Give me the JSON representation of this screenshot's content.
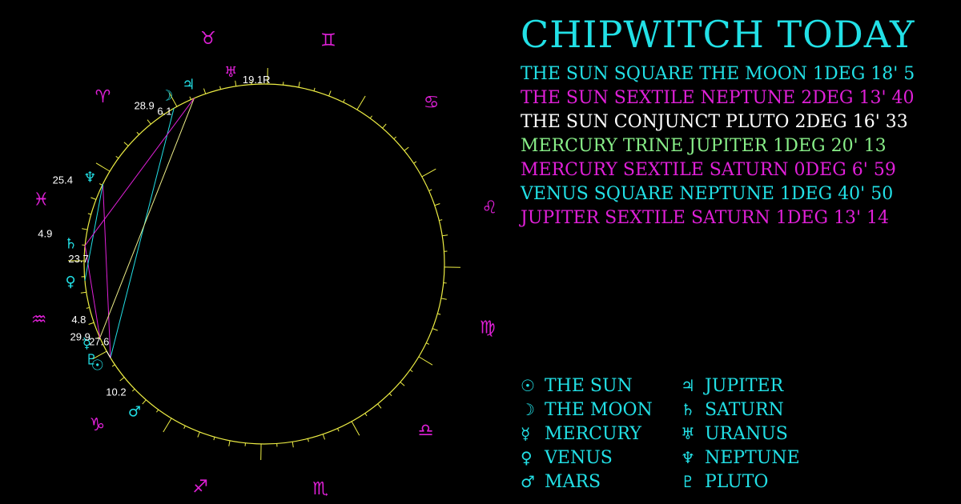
{
  "title": "CHIPWITCH TODAY",
  "colors": {
    "cyan": "#22e0e6",
    "magenta": "#e020d8",
    "white": "#ffffff",
    "green": "#88ee88",
    "circle": "#eeee44",
    "background": "#000000"
  },
  "aspects": [
    {
      "text": "THE SUN SQUARE THE MOON 1DEG 18' 5",
      "color": "#22e0e6"
    },
    {
      "text": "THE SUN SEXTILE NEPTUNE 2DEG 13' 40",
      "color": "#e020d8"
    },
    {
      "text": "THE SUN CONJUNCT PLUTO 2DEG 16' 33",
      "color": "#ffffff"
    },
    {
      "text": "MERCURY TRINE JUPITER 1DEG 20' 13",
      "color": "#88ee88"
    },
    {
      "text": "MERCURY SEXTILE SATURN 0DEG 6' 59",
      "color": "#e020d8"
    },
    {
      "text": "VENUS SQUARE NEPTUNE 1DEG 40' 50",
      "color": "#22e0e6"
    },
    {
      "text": "JUPITER SEXTILE SATURN 1DEG 13' 14",
      "color": "#e020d8"
    }
  ],
  "legend": [
    {
      "glyph": "☉",
      "label": "THE SUN"
    },
    {
      "glyph": "☽",
      "label": "THE MOON"
    },
    {
      "glyph": "☿",
      "label": "MERCURY"
    },
    {
      "glyph": "♀",
      "label": "VENUS"
    },
    {
      "glyph": "♂",
      "label": "MARS"
    },
    {
      "glyph": "♃",
      "label": "JUPITER"
    },
    {
      "glyph": "♄",
      "label": "SATURN"
    },
    {
      "glyph": "♅",
      "label": "URANUS"
    },
    {
      "glyph": "♆",
      "label": "NEPTUNE"
    },
    {
      "glyph": "♇",
      "label": "PLUTO"
    }
  ],
  "chart": {
    "signs": [
      {
        "name": "aries",
        "glyph": "♈"
      },
      {
        "name": "taurus",
        "glyph": "♉"
      },
      {
        "name": "gemini",
        "glyph": "♊"
      },
      {
        "name": "cancer",
        "glyph": "♋"
      },
      {
        "name": "leo",
        "glyph": "♌"
      },
      {
        "name": "virgo",
        "glyph": "♍"
      },
      {
        "name": "libra",
        "glyph": "♎"
      },
      {
        "name": "scorpio",
        "glyph": "♏"
      },
      {
        "name": "sagittarius",
        "glyph": "♐"
      },
      {
        "name": "capricorn",
        "glyph": "♑"
      },
      {
        "name": "aquarius",
        "glyph": "♒"
      },
      {
        "name": "pisces",
        "glyph": "♓"
      }
    ],
    "bodies": [
      {
        "name": "sun",
        "glyph": "☉",
        "sign": "capricorn",
        "degree": 27.6,
        "label": "27.6",
        "color": "#22e0e6"
      },
      {
        "name": "moon",
        "glyph": "☽",
        "sign": "aries",
        "degree": 28.9,
        "label": "28.9",
        "color": "#22e0e6"
      },
      {
        "name": "mercury",
        "glyph": "☿",
        "sign": "aquarius",
        "degree": 4.8,
        "label": "4.8",
        "color": "#22e0e6"
      },
      {
        "name": "venus",
        "glyph": "♀",
        "sign": "aquarius",
        "degree": 23.7,
        "label": "23.7",
        "color": "#22e0e6"
      },
      {
        "name": "mars",
        "glyph": "♂",
        "sign": "capricorn",
        "degree": 10.2,
        "label": "10.2",
        "color": "#22e0e6"
      },
      {
        "name": "jupiter",
        "glyph": "♃",
        "sign": "taurus",
        "degree": 6.1,
        "label": "6.1",
        "color": "#22e0e6"
      },
      {
        "name": "saturn",
        "glyph": "♄",
        "sign": "pisces",
        "degree": 4.9,
        "label": "4.9",
        "color": "#22e0e6"
      },
      {
        "name": "uranus",
        "glyph": "♅",
        "sign": "taurus",
        "degree": 19.1,
        "label": "19.1R",
        "color": "#22e0e6"
      },
      {
        "name": "neptune",
        "glyph": "♆",
        "sign": "pisces",
        "degree": 25.4,
        "label": "25.4",
        "color": "#22e0e6"
      },
      {
        "name": "pluto",
        "glyph": "♇",
        "sign": "capricorn",
        "degree": 29.9,
        "label": "29.9",
        "color": "#22e0e6"
      }
    ],
    "aspect_lines": [
      {
        "from": "sun",
        "to": "moon",
        "color": "#22e0e6"
      },
      {
        "from": "sun",
        "to": "neptune",
        "color": "#e020d8"
      },
      {
        "from": "sun",
        "to": "pluto",
        "color": "#ffffff"
      },
      {
        "from": "mercury",
        "to": "jupiter",
        "color": "#eeee88"
      },
      {
        "from": "mercury",
        "to": "saturn",
        "color": "#e020d8"
      },
      {
        "from": "venus",
        "to": "neptune",
        "color": "#22e0e6"
      },
      {
        "from": "jupiter",
        "to": "saturn",
        "color": "#e020d8"
      }
    ]
  }
}
